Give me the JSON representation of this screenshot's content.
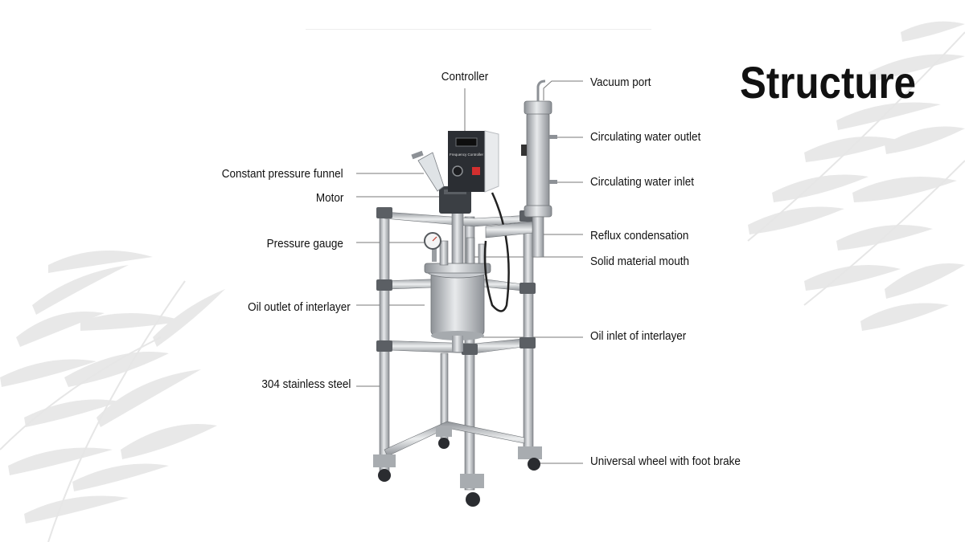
{
  "title": "Structure",
  "labels": {
    "controller": "Controller",
    "vacuum_port": "Vacuum port",
    "circulating_water_outlet": "Circulating water outlet",
    "circulating_water_inlet": "Circulating water inlet",
    "constant_pressure_funnel": "Constant pressure funnel",
    "motor": "Motor",
    "reflux_condensation": "Reflux condensation",
    "pressure_gauge": "Pressure gauge",
    "solid_material_mouth": "Solid material mouth",
    "oil_outlet_of_interlayer": "Oil outlet of interlayer",
    "oil_inlet_of_interlayer": "Oil inlet of interlayer",
    "stainless_steel": "304 stainless steel",
    "universal_wheel": "Universal wheel with foot brake"
  },
  "controller_panel": {
    "caption": "Frequency Controller"
  },
  "colors": {
    "text": "#111111",
    "leader_line": "#7a7a7a",
    "steel": "#b9bcc0",
    "steel_dark": "#7d8186",
    "panel": "#2b2e33",
    "bamboo": "#e4e4e4"
  }
}
